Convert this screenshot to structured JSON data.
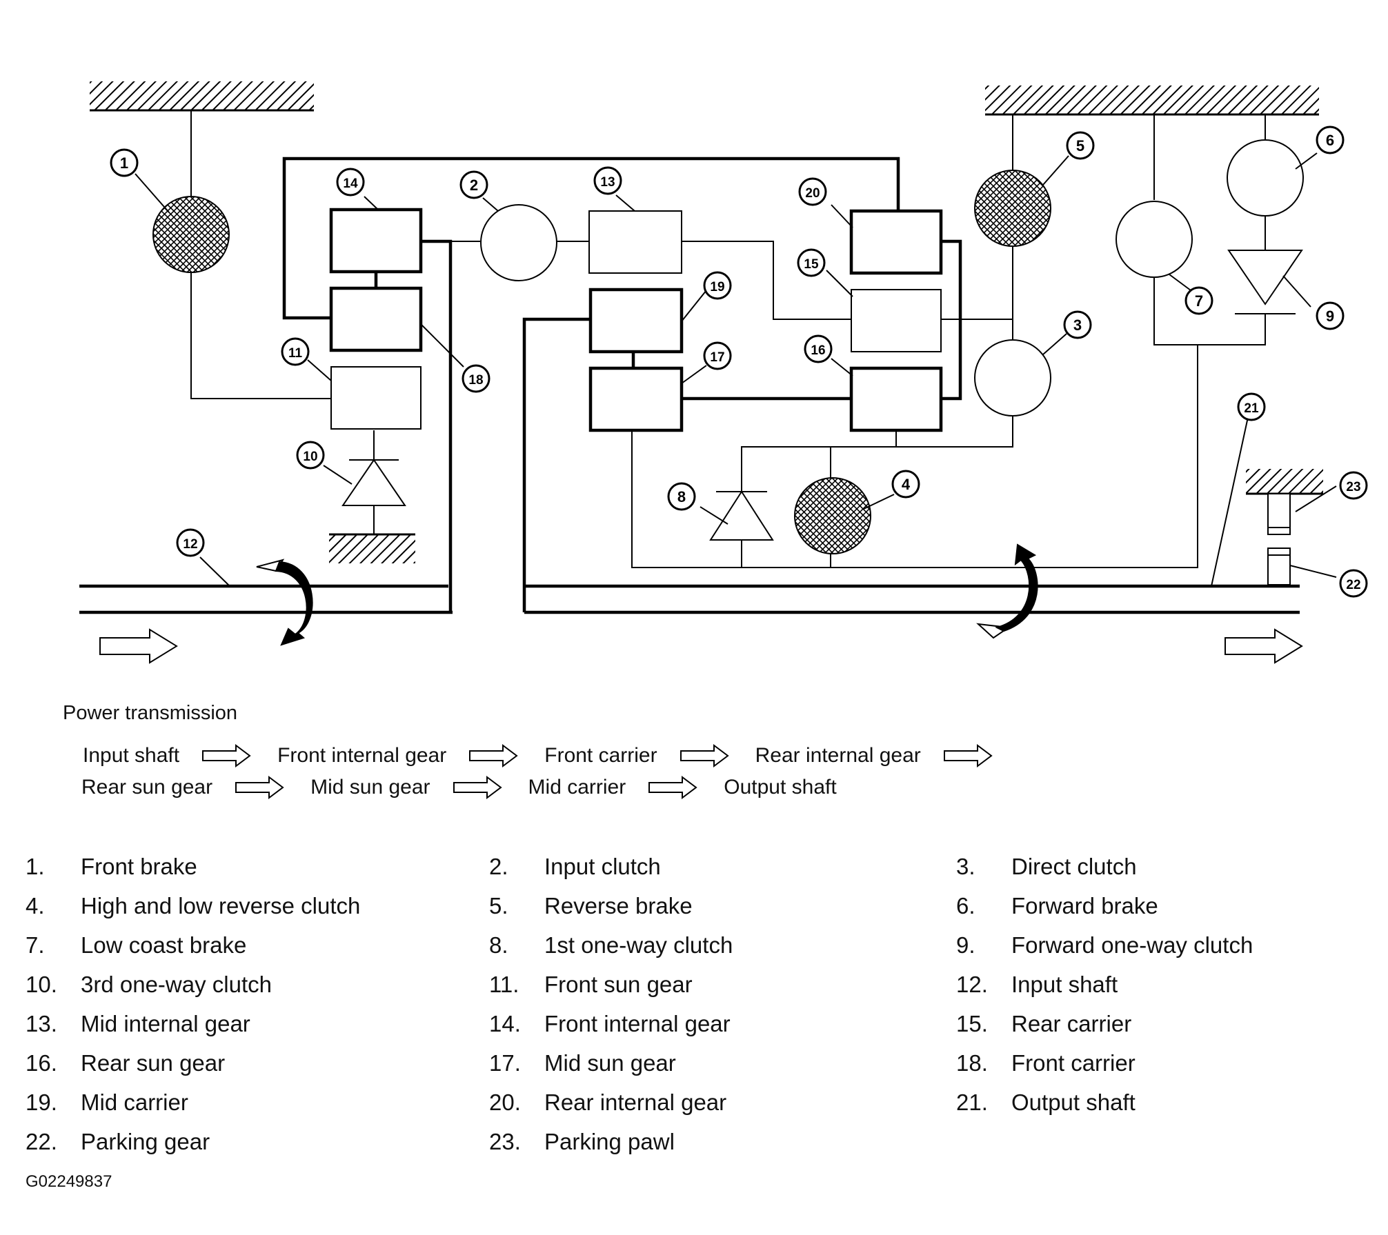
{
  "callouts": [
    "1",
    "2",
    "3",
    "4",
    "5",
    "6",
    "7",
    "8",
    "9",
    "10",
    "11",
    "12",
    "13",
    "14",
    "15",
    "16",
    "17",
    "18",
    "19",
    "20",
    "21",
    "22",
    "23"
  ],
  "power_transmission": {
    "title": "Power transmission",
    "steps": [
      "Input shaft",
      "Front internal gear",
      "Front carrier",
      "Rear internal gear",
      "Rear sun gear",
      "Mid sun gear",
      "Mid carrier",
      "Output shaft"
    ]
  },
  "legend": [
    {
      "num": "1.",
      "label": "Front brake"
    },
    {
      "num": "2.",
      "label": "Input clutch"
    },
    {
      "num": "3.",
      "label": "Direct clutch"
    },
    {
      "num": "4.",
      "label": "High and low reverse clutch"
    },
    {
      "num": "5.",
      "label": "Reverse brake"
    },
    {
      "num": "6.",
      "label": "Forward brake"
    },
    {
      "num": "7.",
      "label": "Low coast brake"
    },
    {
      "num": "8.",
      "label": "1st one-way clutch"
    },
    {
      "num": "9.",
      "label": "Forward one-way clutch"
    },
    {
      "num": "10.",
      "label": "3rd one-way clutch"
    },
    {
      "num": "11.",
      "label": "Front sun gear"
    },
    {
      "num": "12.",
      "label": "Input shaft"
    },
    {
      "num": "13.",
      "label": "Mid internal gear"
    },
    {
      "num": "14.",
      "label": "Front internal gear"
    },
    {
      "num": "15.",
      "label": "Rear carrier"
    },
    {
      "num": "16.",
      "label": "Rear sun gear"
    },
    {
      "num": "17.",
      "label": "Mid sun gear"
    },
    {
      "num": "18.",
      "label": "Front carrier"
    },
    {
      "num": "19.",
      "label": "Mid carrier"
    },
    {
      "num": "20.",
      "label": "Rear internal gear"
    },
    {
      "num": "21.",
      "label": "Output shaft"
    },
    {
      "num": "22.",
      "label": "Parking gear"
    },
    {
      "num": "23.",
      "label": "Parking pawl"
    }
  ],
  "document_id": "G02249837"
}
